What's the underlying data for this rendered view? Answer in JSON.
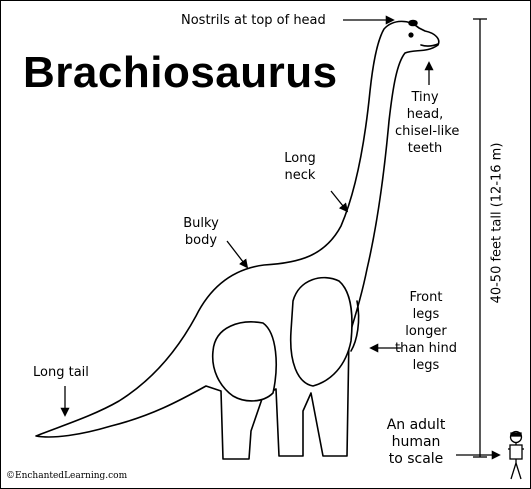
{
  "title": "Brachiosaurus",
  "labels": {
    "nostrils": "Nostrils at top of head",
    "head": [
      "Tiny",
      "head,",
      "chisel-like",
      "teeth"
    ],
    "neck": [
      "Long",
      "neck"
    ],
    "body": [
      "Bulky",
      "body"
    ],
    "tail": "Long tail",
    "legs": [
      "Front",
      "legs",
      "longer",
      "than hind",
      "legs"
    ],
    "human": [
      "An adult",
      "human",
      "to scale"
    ]
  },
  "height_label": "40-50 feet tall (12-16 m)",
  "copyright": "©EnchantedLearning.com",
  "colors": {
    "line": "#000000",
    "fill": "#ffffff"
  }
}
